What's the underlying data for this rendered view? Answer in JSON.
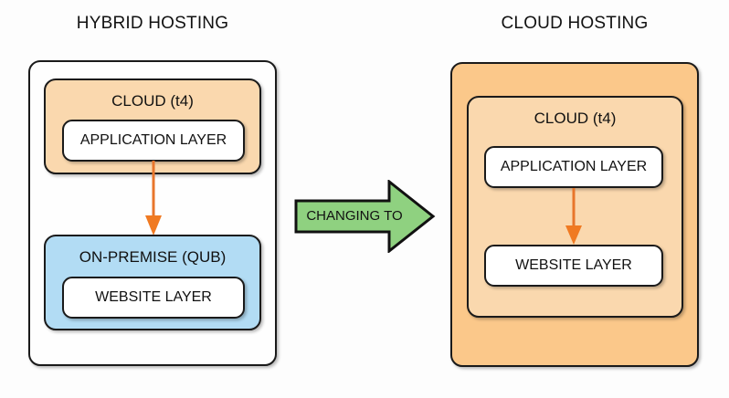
{
  "diagram": {
    "background_color": "#fdfdfd",
    "left_panel": {
      "title": "HYBRID HOSTING",
      "shell_color": "#fefefe",
      "groups": [
        {
          "label": "CLOUD (t4)",
          "color": "#fad8ae",
          "children": [
            {
              "label": "APPLICATION LAYER",
              "color": "#ffffff"
            }
          ]
        },
        {
          "label": "ON-PREMISE (QUB)",
          "color": "#b2dcf4",
          "children": [
            {
              "label": "WEBSITE LAYER",
              "color": "#ffffff"
            }
          ]
        }
      ],
      "connector": {
        "from": "APPLICATION LAYER",
        "to": "ON-PREMISE (QUB)",
        "color": "#e8762c",
        "direction": "down"
      }
    },
    "transition": {
      "label": "CHANGING TO",
      "color": "#8fd180",
      "border_color": "#111111",
      "direction": "right"
    },
    "right_panel": {
      "title": "CLOUD HOSTING",
      "shell_color": "#fbc88a",
      "groups": [
        {
          "label": "CLOUD (t4)",
          "color": "#fad8ae",
          "children": [
            {
              "label": "APPLICATION LAYER",
              "color": "#ffffff"
            },
            {
              "label": "WEBSITE LAYER",
              "color": "#ffffff"
            }
          ]
        }
      ],
      "connector": {
        "from": "APPLICATION LAYER",
        "to": "WEBSITE LAYER",
        "color": "#e8762c",
        "direction": "down"
      }
    }
  }
}
